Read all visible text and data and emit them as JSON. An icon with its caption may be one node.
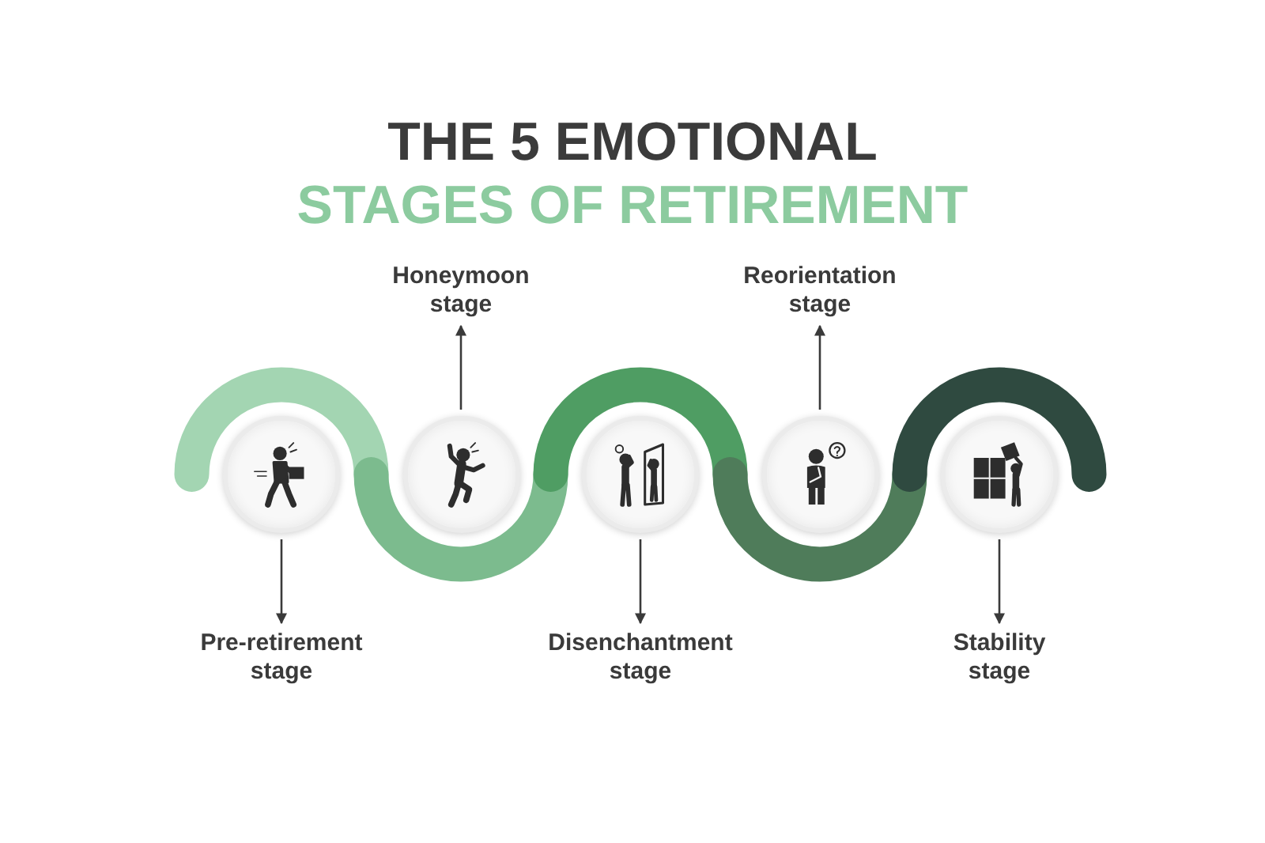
{
  "diagram": {
    "title": "THE 5 EMOTIONAL STAGES OF RETIREMENT",
    "nodes": [
      {
        "text": [
          "Pre-retirement stage"
        ]
      },
      {
        "text": [
          "Honeymoon stage"
        ]
      },
      {
        "text": [
          "Disenchantment stage"
        ]
      },
      {
        "text": [
          "Reorientation stage"
        ]
      },
      {
        "text": [
          "Stability stage"
        ]
      },
      {
        "text": [],
        "shape": "circle"
      },
      {
        "text": [],
        "shape": "circle"
      },
      {
        "text": [],
        "shape": "circle"
      },
      {
        "text": [],
        "shape": "circle"
      },
      {
        "text": [],
        "shape": "circle"
      }
    ],
    "edges": [
      {
        "from": 5,
        "to": 0,
        "arrow": "to"
      },
      {
        "from": 6,
        "to": 1,
        "arrow": "to"
      },
      {
        "from": 7,
        "to": 2,
        "arrow": "to"
      },
      {
        "from": 8,
        "to": 3,
        "arrow": "to"
      },
      {
        "from": 9,
        "to": 4,
        "arrow": "to"
      }
    ]
  }
}
